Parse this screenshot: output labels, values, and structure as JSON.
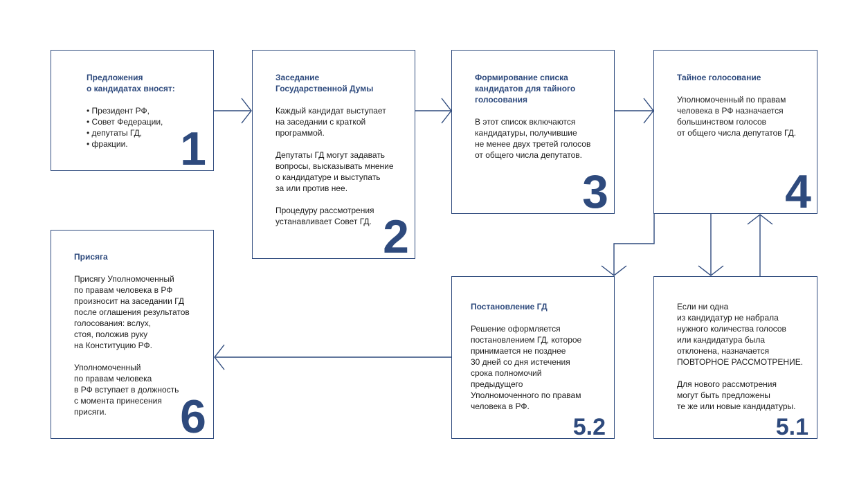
{
  "colors": {
    "accent": "#2e4a7d",
    "text": "#1c1c1c",
    "background": "#ffffff"
  },
  "boxes": {
    "b1": {
      "number": "1",
      "title": "Предложения\nо кандидатах вносят:",
      "body": "• Президент РФ,\n• Совет Федерации,\n• депутаты ГД,\n• фракции."
    },
    "b2": {
      "number": "2",
      "title": "Заседание\nГосударственной Думы",
      "body": "Каждый кандидат выступает\nна заседании с краткой\nпрограммой.\n\nДепутаты ГД могут задавать\nвопросы, высказывать мнение\nо кандидатуре и выступать\nза или против нее.\n\nПроцедуру рассмотрения\nустанавливает Совет ГД."
    },
    "b3": {
      "number": "3",
      "title": "Формирование списка\nкандидатов для тайного\nголосования",
      "body": "В этот список включаются\nкандидатуры, получившие\nне менее двух третей голосов\nот общего числа депутатов."
    },
    "b4": {
      "number": "4",
      "title": "Тайное голосование",
      "body": "Уполномоченный по правам\nчеловека в РФ назначается\nбольшинством голосов\nот общего числа депутатов ГД."
    },
    "b51": {
      "number": "5.1",
      "body": "Если ни одна\nиз кандидатур не набрала\nнужного количества голосов\nили кандидатура была\nотклонена, назначается\nПОВТОРНОЕ РАССМОТРЕНИЕ.\n\nДля нового рассмотрения\nмогут быть предложены\nте же или новые кандидатуры."
    },
    "b52": {
      "number": "5.2",
      "title": "Постановление ГД",
      "body": "Решение оформляется\nпостановлением ГД, которое\nпринимается не позднее\n30 дней со дня истечения\nсрока полномочий\nпредыдущего\nУполномоченного по правам\nчеловека в РФ."
    },
    "b6": {
      "number": "6",
      "title": "Присяга",
      "body": "Присягу Уполномоченный\nпо правам человека в РФ\nпроизносит на заседании ГД\nпосле оглашения результатов\nголосования: вслух,\nстоя, положив руку\nна Конституцию РФ.\n\nУполномоченный\nпо правам человека\nв РФ вступает в должность\nс момента принесения\nприсяги."
    }
  }
}
